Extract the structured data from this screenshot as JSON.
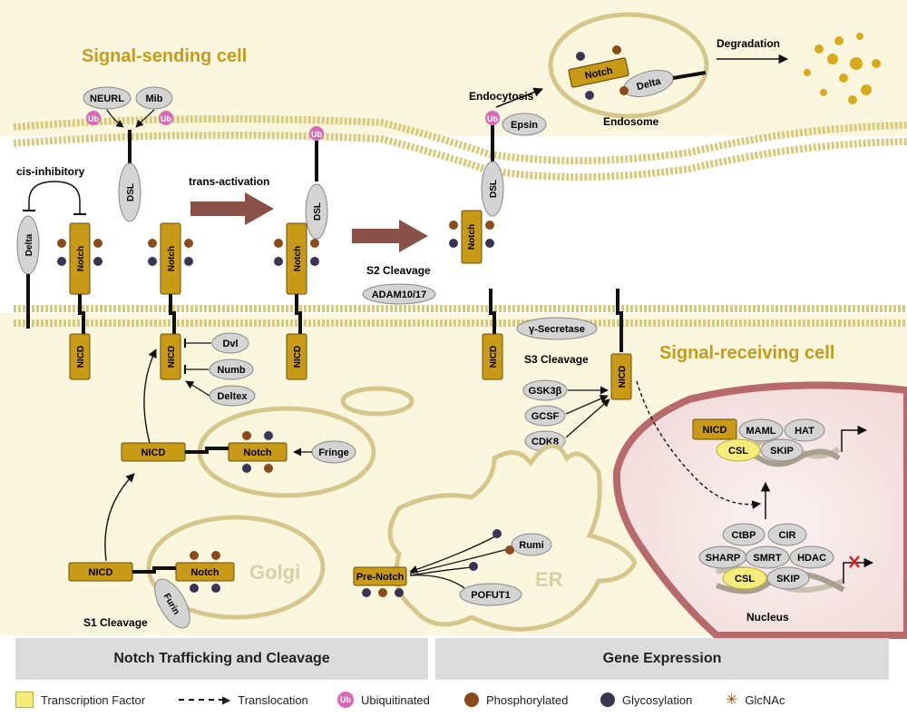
{
  "colors": {
    "gold": "#c89a1a",
    "notch": "#c99a16",
    "notch_stroke": "#6b4f08",
    "cell_bg": "#fbf6de",
    "membrane": "#dccc82",
    "grey": "#d4d4d4",
    "ub": "#d968b8",
    "phos": "#8b4a18",
    "glyco": "#3a3454",
    "nucleus_wall": "#b86a6a",
    "nucleus_bg": "#f6e6e6",
    "arrow_brown": "#8a5148",
    "tf_yellow": "#f5ec7c"
  },
  "labels": {
    "signal_sending": "Signal-sending cell",
    "signal_receiving": "Signal-receiving cell",
    "cis_inhibitory": "cis-inhibitory",
    "trans_activation": "trans-activation",
    "s2_cleavage": "S2 Cleavage",
    "s3_cleavage": "S3 Cleavage",
    "s1_cleavage": "S1 Cleavage",
    "endocytosis": "Endocytosis",
    "degradation": "Degradation",
    "endosome": "Endosome",
    "golgi": "Golgi",
    "er": "ER",
    "nucleus": "Nucleus"
  },
  "proteins": {
    "neurl": "NEURL",
    "mib": "Mib",
    "ub": "Ub",
    "dsl": "DSL",
    "delta": "Delta",
    "notch": "Notch",
    "nicd": "NICD",
    "epsin": "Epsin",
    "adam": "ADAM10/17",
    "gamma": "γ-Secretase",
    "dvl": "Dvl",
    "numb": "Numb",
    "deltex": "Deltex",
    "fringe": "Fringe",
    "gsk3b": "GSK3β",
    "gcsf": "GCSF",
    "cdk8": "CDK8",
    "maml": "MAML",
    "hat": "HAT",
    "csl": "CSL",
    "skip": "SKIP",
    "ctbp": "CtBP",
    "cir": "CIR",
    "sharp": "SHARP",
    "smrt": "SMRT",
    "hdac": "HDAC",
    "rumi": "Rumi",
    "pofut1": "POFUT1",
    "pre_notch": "Pre-Notch",
    "furin": "Furin"
  },
  "sections": {
    "left": "Notch Trafficking and Cleavage",
    "right": "Gene Expression"
  },
  "legend": {
    "tf": "Transcription Factor",
    "translocation": "Translocation",
    "ub_label": "Ub",
    "ubiquitinated": "Ubiquitinated",
    "phosphorylated": "Phosphorylated",
    "glycosylation": "Glycosylation",
    "glcnac": "GlcNAc"
  }
}
